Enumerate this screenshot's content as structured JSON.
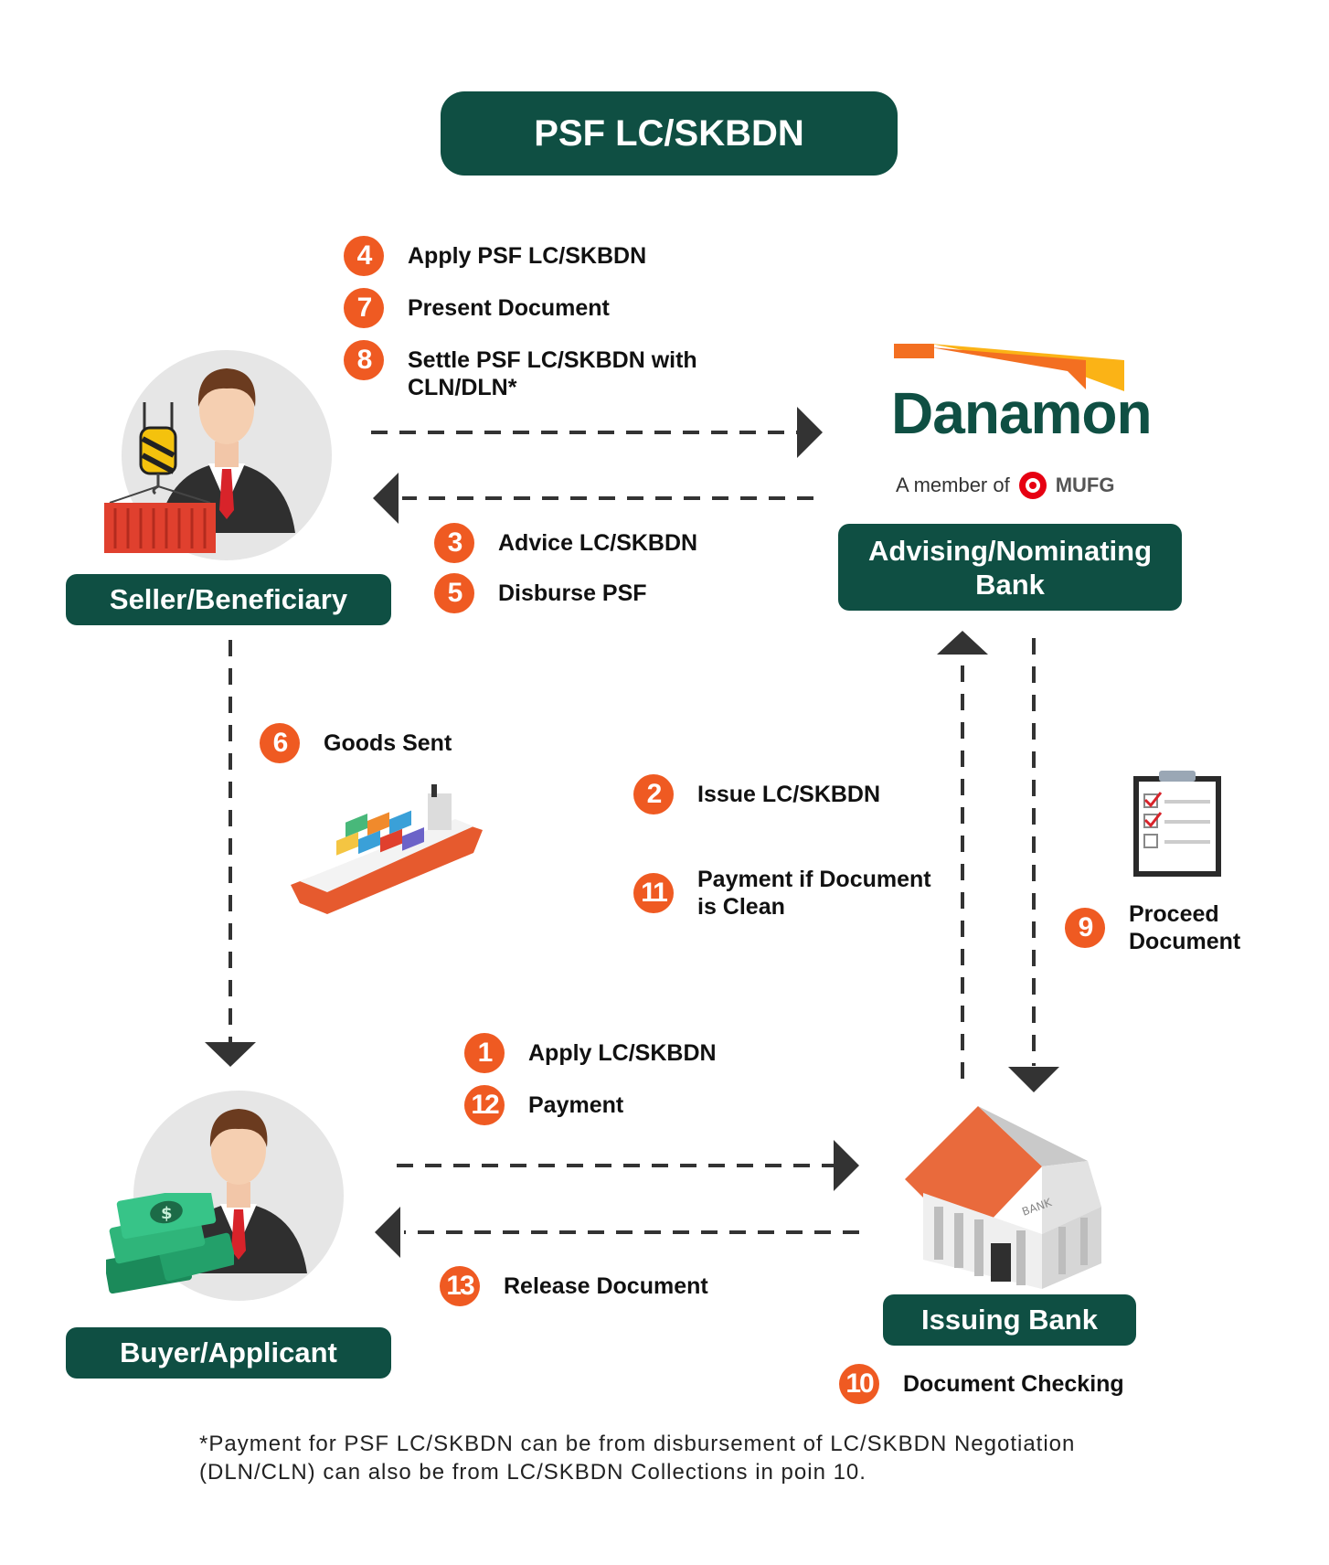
{
  "title": "PSF LC/SKBDN",
  "nodes": {
    "seller": "Seller/Beneficiary",
    "advising": "Advising/Nominating Bank",
    "buyer": "Buyer/Applicant",
    "issuing": "Issuing Bank"
  },
  "logo": {
    "name": "Danamon",
    "tagline": "A member of",
    "group": "MUFG"
  },
  "steps": {
    "s1": {
      "n": "1",
      "label": "Apply LC/SKBDN"
    },
    "s2": {
      "n": "2",
      "label": "Issue LC/SKBDN"
    },
    "s3": {
      "n": "3",
      "label": "Advice LC/SKBDN"
    },
    "s4": {
      "n": "4",
      "label": "Apply PSF LC/SKBDN"
    },
    "s5": {
      "n": "5",
      "label": "Disburse PSF"
    },
    "s6": {
      "n": "6",
      "label": "Goods Sent"
    },
    "s7": {
      "n": "7",
      "label": "Present Document"
    },
    "s8": {
      "n": "8",
      "label": "Settle PSF LC/SKBDN with CLN/DLN*"
    },
    "s9": {
      "n": "9",
      "label": "Proceed Document"
    },
    "s10": {
      "n": "10",
      "label": "Document Checking"
    },
    "s11": {
      "n": "11",
      "label": "Payment if Document is Clean"
    },
    "s12": {
      "n": "12",
      "label": "Payment"
    },
    "s13": {
      "n": "13",
      "label": "Release Document"
    }
  },
  "footnote": "*Payment for PSF LC/SKBDN can be from disbursement of LC/SKBDN Negotiation (DLN/CLN) can also be from LC/SKBDN Collections in poin 10.",
  "colors": {
    "primary": "#0f4f43",
    "badge": "#ef5a22",
    "logo_orange": "#f36f21",
    "logo_yellow": "#fbb316"
  },
  "icons": [
    "seller-person-icon",
    "crane-container-icon",
    "buyer-person-icon",
    "money-stack-icon",
    "cargo-ship-icon",
    "clipboard-checklist-icon",
    "bank-building-icon",
    "mufg-logo-icon"
  ]
}
